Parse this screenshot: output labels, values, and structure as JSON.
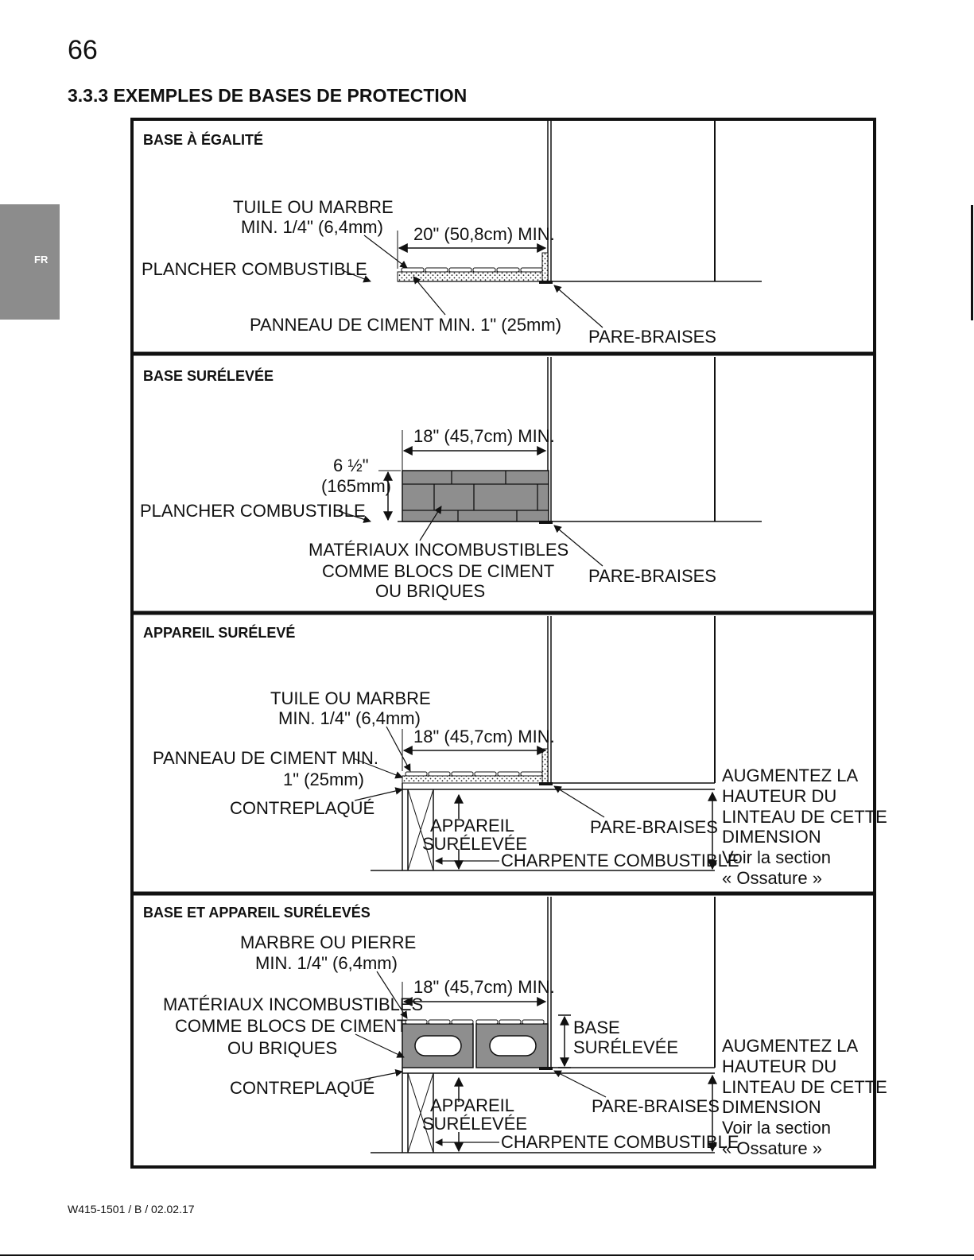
{
  "page": {
    "number": "66",
    "section_title": "3.3.3  EXEMPLES DE BASES DE PROTECTION",
    "language_tab": "FR",
    "footer_code": "W415-1501 / B / 02.02.17"
  },
  "panels": [
    {
      "title": "BASE À ÉGALITÉ",
      "labels": {
        "tile_1": "TUILE OU MARBRE",
        "tile_2": "MIN. 1/4\" (6,4mm)",
        "dimension": "20\" (50,8cm) MIN.",
        "floor": "PLANCHER COMBUSTIBLE",
        "cement": "PANNEAU DE CIMENT MIN. 1\" (25mm)",
        "ember": "PARE-BRAISES"
      }
    },
    {
      "title": "BASE SURÉLEVÉE",
      "labels": {
        "dimension": "18\" (45,7cm) MIN.",
        "height_1": "6 ½\"",
        "height_2": "(165mm)",
        "floor": "PLANCHER COMBUSTIBLE",
        "material_1": "MATÉRIAUX INCOMBUSTIBLES",
        "material_2": "COMME BLOCS DE CIMENT",
        "material_3": "OU BRIQUES",
        "ember": "PARE-BRAISES"
      }
    },
    {
      "title": "APPAREIL SURÉLEVÉ",
      "labels": {
        "tile_1": "TUILE OU MARBRE",
        "tile_2": "MIN. 1/4\" (6,4mm)",
        "dimension": "18\" (45,7cm) MIN.",
        "cement_1": "PANNEAU DE CIMENT MIN.",
        "cement_2": "1\" (25mm)",
        "plywood": "CONTREPLAQUÉ",
        "raised_1": "APPAREIL",
        "raised_2": "SURÉLEVÉE",
        "ember": "PARE-BRAISES",
        "framing": "CHARPENTE COMBUSTIBLE",
        "note_1": "AUGMENTEZ LA",
        "note_2": "HAUTEUR DU",
        "note_3": "LINTEAU DE CETTE",
        "note_4": "DIMENSION",
        "note_5": "Voir la section",
        "note_6": "« Ossature »"
      }
    },
    {
      "title": "BASE ET APPAREIL SURÉLEVÉS",
      "labels": {
        "stone_1": "MARBRE OU PIERRE",
        "stone_2": "MIN. 1/4\" (6,4mm)",
        "dimension": "18\" (45,7cm) MIN.",
        "material_1": "MATÉRIAUX INCOMBUSTIBLES",
        "material_2": "COMME BLOCS DE CIMENT",
        "material_3": "OU BRIQUES",
        "base_1": "BASE",
        "base_2": "SURÉLEVÉE",
        "plywood": "CONTREPLAQUÉ",
        "raised_1": "APPAREIL",
        "raised_2": "SURÉLEVÉE",
        "ember": "PARE-BRAISES",
        "framing": "CHARPENTE COMBUSTIBLE",
        "note_1": "AUGMENTEZ LA",
        "note_2": "HAUTEUR DU",
        "note_3": "LINTEAU DE CETTE",
        "note_4": "DIMENSION",
        "note_5": "Voir la section",
        "note_6": "« Ossature »"
      }
    }
  ]
}
